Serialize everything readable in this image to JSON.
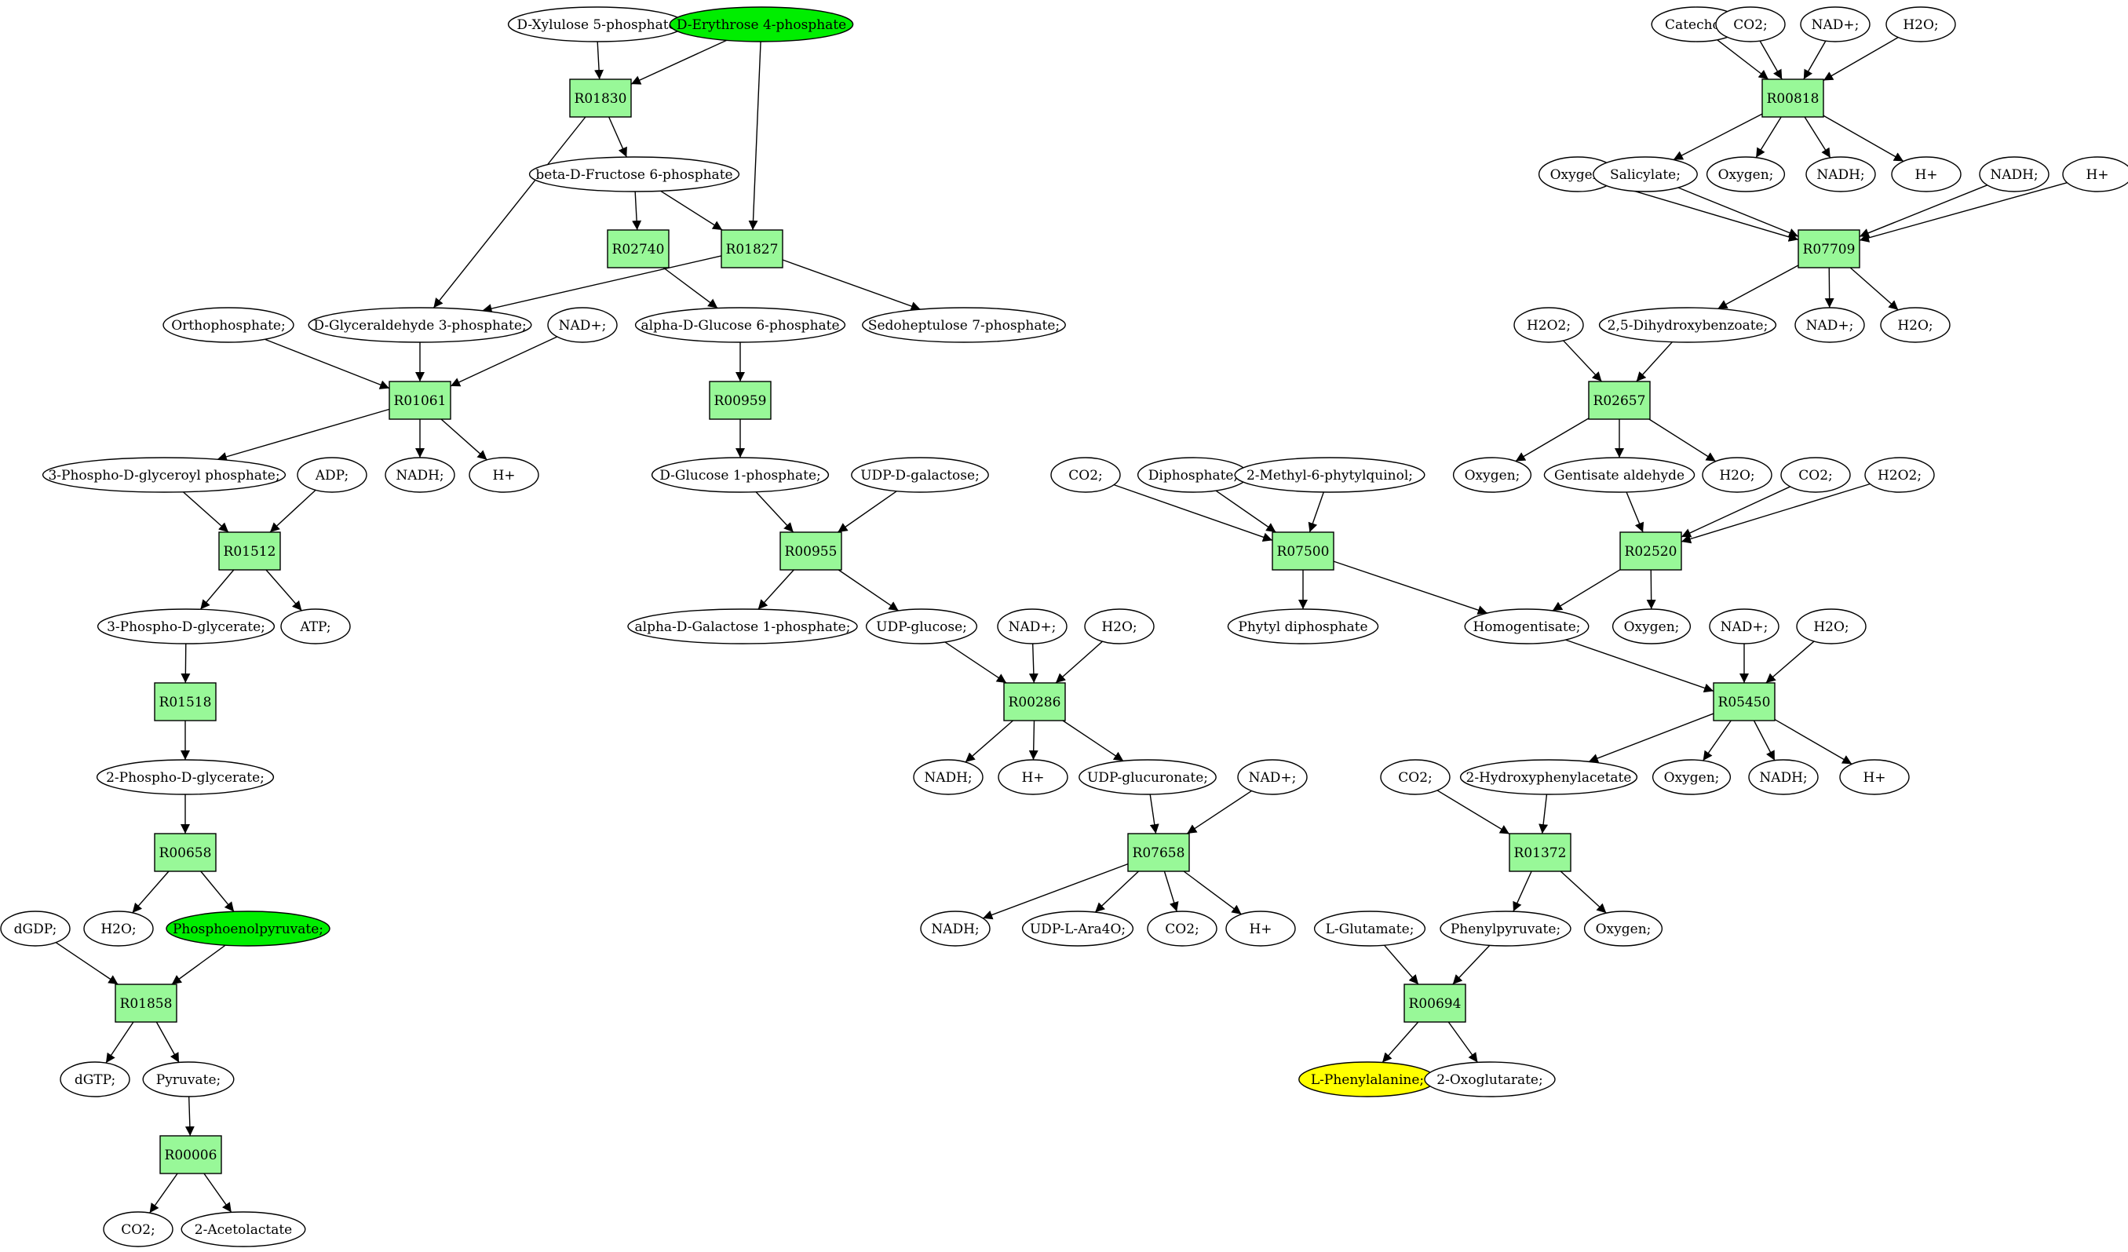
{
  "colors": {
    "reaction_fill": "#98f898",
    "compound_fill": "#ffffff",
    "source_fill": "#00ee00",
    "target_fill": "#ffff00",
    "edge": "#000000"
  },
  "nodes": [
    {
      "id": "c_xylulose5p",
      "label": "D-Xylulose 5-phosphate",
      "kind": "compound"
    },
    {
      "id": "c_erythrose4p",
      "label": "D-Erythrose 4-phosphate",
      "kind": "source"
    },
    {
      "id": "r_R01830",
      "label": "R01830",
      "kind": "reaction"
    },
    {
      "id": "c_fructose6p",
      "label": "beta-D-Fructose 6-phosphate",
      "kind": "compound"
    },
    {
      "id": "r_R02740",
      "label": "R02740",
      "kind": "reaction"
    },
    {
      "id": "r_R01827",
      "label": "R01827",
      "kind": "reaction"
    },
    {
      "id": "c_orthophosphate",
      "label": "Orthophosphate;",
      "kind": "compound"
    },
    {
      "id": "c_gap",
      "label": "D-Glyceraldehyde 3-phosphate;",
      "kind": "compound"
    },
    {
      "id": "c_nad_1",
      "label": "NAD+;",
      "kind": "compound"
    },
    {
      "id": "c_glucose6p",
      "label": "alpha-D-Glucose 6-phosphate",
      "kind": "compound"
    },
    {
      "id": "c_sedoheptulose7p",
      "label": "Sedoheptulose 7-phosphate;",
      "kind": "compound"
    },
    {
      "id": "r_R01061",
      "label": "R01061",
      "kind": "reaction"
    },
    {
      "id": "r_R00959",
      "label": "R00959",
      "kind": "reaction"
    },
    {
      "id": "c_bpg",
      "label": "3-Phospho-D-glyceroyl phosphate;",
      "kind": "compound"
    },
    {
      "id": "c_nadh_1",
      "label": "NADH;",
      "kind": "compound"
    },
    {
      "id": "c_h_1",
      "label": "H+",
      "kind": "compound"
    },
    {
      "id": "c_adp",
      "label": "ADP;",
      "kind": "compound"
    },
    {
      "id": "c_glucose1p",
      "label": "D-Glucose 1-phosphate;",
      "kind": "compound"
    },
    {
      "id": "c_udpgal",
      "label": "UDP-D-galactose;",
      "kind": "compound"
    },
    {
      "id": "r_R01512",
      "label": "R01512",
      "kind": "reaction"
    },
    {
      "id": "r_R00955",
      "label": "R00955",
      "kind": "reaction"
    },
    {
      "id": "c_3pg",
      "label": "3-Phospho-D-glycerate;",
      "kind": "compound"
    },
    {
      "id": "c_atp",
      "label": "ATP;",
      "kind": "compound"
    },
    {
      "id": "c_gal1p",
      "label": "alpha-D-Galactose 1-phosphate;",
      "kind": "compound"
    },
    {
      "id": "c_udpglc",
      "label": "UDP-glucose;",
      "kind": "compound"
    },
    {
      "id": "c_nad_2",
      "label": "NAD+;",
      "kind": "compound"
    },
    {
      "id": "c_h2o_1",
      "label": "H2O;",
      "kind": "compound"
    },
    {
      "id": "r_R01518",
      "label": "R01518",
      "kind": "reaction"
    },
    {
      "id": "r_R00286",
      "label": "R00286",
      "kind": "reaction"
    },
    {
      "id": "c_2pg",
      "label": "2-Phospho-D-glycerate;",
      "kind": "compound"
    },
    {
      "id": "c_nadh_2",
      "label": "NADH;",
      "kind": "compound"
    },
    {
      "id": "c_h_2",
      "label": "H+",
      "kind": "compound"
    },
    {
      "id": "c_udpglcA",
      "label": "UDP-glucuronate;",
      "kind": "compound"
    },
    {
      "id": "c_nad_3",
      "label": "NAD+;",
      "kind": "compound"
    },
    {
      "id": "r_R00658",
      "label": "R00658",
      "kind": "reaction"
    },
    {
      "id": "r_R07658",
      "label": "R07658",
      "kind": "reaction"
    },
    {
      "id": "c_dgdp",
      "label": "dGDP;",
      "kind": "compound"
    },
    {
      "id": "c_h2o_2",
      "label": "H2O;",
      "kind": "compound"
    },
    {
      "id": "c_pep",
      "label": "Phosphoenolpyruvate;",
      "kind": "source"
    },
    {
      "id": "c_nadh_3",
      "label": "NADH;",
      "kind": "compound"
    },
    {
      "id": "c_udpara",
      "label": "UDP-L-Ara4O;",
      "kind": "compound"
    },
    {
      "id": "c_co2_1",
      "label": "CO2;",
      "kind": "compound"
    },
    {
      "id": "c_h_3",
      "label": "H+",
      "kind": "compound"
    },
    {
      "id": "r_R01858",
      "label": "R01858",
      "kind": "reaction"
    },
    {
      "id": "c_dgtp",
      "label": "dGTP;",
      "kind": "compound"
    },
    {
      "id": "c_pyruvate",
      "label": "Pyruvate;",
      "kind": "compound"
    },
    {
      "id": "r_R00006",
      "label": "R00006",
      "kind": "reaction"
    },
    {
      "id": "c_co2_2",
      "label": "CO2;",
      "kind": "compound"
    },
    {
      "id": "c_acetolactate",
      "label": "2-Acetolactate",
      "kind": "compound"
    },
    {
      "id": "c_catechol",
      "label": "Catechol;",
      "kind": "compound"
    },
    {
      "id": "c_co2_3",
      "label": "CO2;",
      "kind": "compound"
    },
    {
      "id": "c_nad_4",
      "label": "NAD+;",
      "kind": "compound"
    },
    {
      "id": "c_h2o_3",
      "label": "H2O;",
      "kind": "compound"
    },
    {
      "id": "r_R00818",
      "label": "R00818",
      "kind": "reaction"
    },
    {
      "id": "c_oxygen_1",
      "label": "Oxygen;",
      "kind": "compound"
    },
    {
      "id": "c_salicylate",
      "label": "Salicylate;",
      "kind": "compound"
    },
    {
      "id": "c_oxygen_2",
      "label": "Oxygen;",
      "kind": "compound"
    },
    {
      "id": "c_nadh_4",
      "label": "NADH;",
      "kind": "compound"
    },
    {
      "id": "c_h_4",
      "label": "H+",
      "kind": "compound"
    },
    {
      "id": "c_nadh_5",
      "label": "NADH;",
      "kind": "compound"
    },
    {
      "id": "c_h_5",
      "label": "H+",
      "kind": "compound"
    },
    {
      "id": "r_R07709",
      "label": "R07709",
      "kind": "reaction"
    },
    {
      "id": "c_h2o2_1",
      "label": "H2O2;",
      "kind": "compound"
    },
    {
      "id": "c_dhb",
      "label": "2,5-Dihydroxybenzoate;",
      "kind": "compound"
    },
    {
      "id": "c_nad_5",
      "label": "NAD+;",
      "kind": "compound"
    },
    {
      "id": "c_h2o_4",
      "label": "H2O;",
      "kind": "compound"
    },
    {
      "id": "r_R02657",
      "label": "R02657",
      "kind": "reaction"
    },
    {
      "id": "c_co2_4",
      "label": "CO2;",
      "kind": "compound"
    },
    {
      "id": "c_diphosphate",
      "label": "Diphosphate;",
      "kind": "compound"
    },
    {
      "id": "c_mpq",
      "label": "2-Methyl-6-phytylquinol;",
      "kind": "compound"
    },
    {
      "id": "c_oxygen_3",
      "label": "Oxygen;",
      "kind": "compound"
    },
    {
      "id": "c_gentisald",
      "label": "Gentisate aldehyde",
      "kind": "compound"
    },
    {
      "id": "c_h2o_5",
      "label": "H2O;",
      "kind": "compound"
    },
    {
      "id": "c_co2_5",
      "label": "CO2;",
      "kind": "compound"
    },
    {
      "id": "c_h2o2_2",
      "label": "H2O2;",
      "kind": "compound"
    },
    {
      "id": "r_R07500",
      "label": "R07500",
      "kind": "reaction"
    },
    {
      "id": "r_R02520",
      "label": "R02520",
      "kind": "reaction"
    },
    {
      "id": "c_phytylpp",
      "label": "Phytyl diphosphate",
      "kind": "compound"
    },
    {
      "id": "c_homogentisate",
      "label": "Homogentisate;",
      "kind": "compound"
    },
    {
      "id": "c_oxygen_4",
      "label": "Oxygen;",
      "kind": "compound"
    },
    {
      "id": "c_nad_6",
      "label": "NAD+;",
      "kind": "compound"
    },
    {
      "id": "c_h2o_6",
      "label": "H2O;",
      "kind": "compound"
    },
    {
      "id": "r_R05450",
      "label": "R05450",
      "kind": "reaction"
    },
    {
      "id": "c_co2_6",
      "label": "CO2;",
      "kind": "compound"
    },
    {
      "id": "c_hpa",
      "label": "2-Hydroxyphenylacetate",
      "kind": "compound"
    },
    {
      "id": "c_oxygen_5",
      "label": "Oxygen;",
      "kind": "compound"
    },
    {
      "id": "c_nadh_6",
      "label": "NADH;",
      "kind": "compound"
    },
    {
      "id": "c_h_6",
      "label": "H+",
      "kind": "compound"
    },
    {
      "id": "r_R01372",
      "label": "R01372",
      "kind": "reaction"
    },
    {
      "id": "c_glutamate",
      "label": "L-Glutamate;",
      "kind": "compound"
    },
    {
      "id": "c_phenylpyruvate",
      "label": "Phenylpyruvate;",
      "kind": "compound"
    },
    {
      "id": "c_oxygen_6",
      "label": "Oxygen;",
      "kind": "compound"
    },
    {
      "id": "r_R00694",
      "label": "R00694",
      "kind": "reaction"
    },
    {
      "id": "c_phe",
      "label": "L-Phenylalanine;",
      "kind": "target"
    },
    {
      "id": "c_oxoglutarate",
      "label": "2-Oxoglutarate;",
      "kind": "compound"
    }
  ],
  "edges": [
    [
      "c_xylulose5p",
      "r_R01830"
    ],
    [
      "c_erythrose4p",
      "r_R01830"
    ],
    [
      "c_erythrose4p",
      "r_R01827"
    ],
    [
      "r_R01830",
      "c_fructose6p"
    ],
    [
      "r_R01830",
      "c_gap"
    ],
    [
      "c_fructose6p",
      "r_R02740"
    ],
    [
      "c_fructose6p",
      "r_R01827"
    ],
    [
      "r_R01827",
      "c_gap"
    ],
    [
      "r_R01827",
      "c_sedoheptulose7p"
    ],
    [
      "r_R02740",
      "c_glucose6p"
    ],
    [
      "c_orthophosphate",
      "r_R01061"
    ],
    [
      "c_gap",
      "r_R01061"
    ],
    [
      "c_nad_1",
      "r_R01061"
    ],
    [
      "r_R01061",
      "c_bpg"
    ],
    [
      "r_R01061",
      "c_nadh_1"
    ],
    [
      "r_R01061",
      "c_h_1"
    ],
    [
      "c_glucose6p",
      "r_R00959"
    ],
    [
      "r_R00959",
      "c_glucose1p"
    ],
    [
      "c_bpg",
      "r_R01512"
    ],
    [
      "c_adp",
      "r_R01512"
    ],
    [
      "r_R01512",
      "c_3pg"
    ],
    [
      "r_R01512",
      "c_atp"
    ],
    [
      "c_glucose1p",
      "r_R00955"
    ],
    [
      "c_udpgal",
      "r_R00955"
    ],
    [
      "r_R00955",
      "c_gal1p"
    ],
    [
      "r_R00955",
      "c_udpglc"
    ],
    [
      "c_3pg",
      "r_R01518"
    ],
    [
      "r_R01518",
      "c_2pg"
    ],
    [
      "c_udpglc",
      "r_R00286"
    ],
    [
      "c_nad_2",
      "r_R00286"
    ],
    [
      "c_h2o_1",
      "r_R00286"
    ],
    [
      "r_R00286",
      "c_nadh_2"
    ],
    [
      "r_R00286",
      "c_h_2"
    ],
    [
      "r_R00286",
      "c_udpglcA"
    ],
    [
      "c_2pg",
      "r_R00658"
    ],
    [
      "r_R00658",
      "c_h2o_2"
    ],
    [
      "r_R00658",
      "c_pep"
    ],
    [
      "c_udpglcA",
      "r_R07658"
    ],
    [
      "c_nad_3",
      "r_R07658"
    ],
    [
      "r_R07658",
      "c_nadh_3"
    ],
    [
      "r_R07658",
      "c_udpara"
    ],
    [
      "r_R07658",
      "c_co2_1"
    ],
    [
      "r_R07658",
      "c_h_3"
    ],
    [
      "c_dgdp",
      "r_R01858"
    ],
    [
      "c_pep",
      "r_R01858"
    ],
    [
      "r_R01858",
      "c_dgtp"
    ],
    [
      "r_R01858",
      "c_pyruvate"
    ],
    [
      "c_pyruvate",
      "r_R00006"
    ],
    [
      "r_R00006",
      "c_co2_2"
    ],
    [
      "r_R00006",
      "c_acetolactate"
    ],
    [
      "c_catechol",
      "r_R00818"
    ],
    [
      "c_co2_3",
      "r_R00818"
    ],
    [
      "c_nad_4",
      "r_R00818"
    ],
    [
      "c_h2o_3",
      "r_R00818"
    ],
    [
      "r_R00818",
      "c_salicylate"
    ],
    [
      "r_R00818",
      "c_oxygen_2"
    ],
    [
      "r_R00818",
      "c_nadh_4"
    ],
    [
      "r_R00818",
      "c_h_4"
    ],
    [
      "c_oxygen_1",
      "r_R07709"
    ],
    [
      "c_salicylate",
      "r_R07709"
    ],
    [
      "c_nadh_5",
      "r_R07709"
    ],
    [
      "c_h_5",
      "r_R07709"
    ],
    [
      "r_R07709",
      "c_dhb"
    ],
    [
      "r_R07709",
      "c_nad_5"
    ],
    [
      "r_R07709",
      "c_h2o_4"
    ],
    [
      "c_h2o2_1",
      "r_R02657"
    ],
    [
      "c_dhb",
      "r_R02657"
    ],
    [
      "r_R02657",
      "c_oxygen_3"
    ],
    [
      "r_R02657",
      "c_gentisald"
    ],
    [
      "r_R02657",
      "c_h2o_5"
    ],
    [
      "c_co2_4",
      "r_R07500"
    ],
    [
      "c_diphosphate",
      "r_R07500"
    ],
    [
      "c_mpq",
      "r_R07500"
    ],
    [
      "r_R07500",
      "c_phytylpp"
    ],
    [
      "r_R07500",
      "c_homogentisate"
    ],
    [
      "c_gentisald",
      "r_R02520"
    ],
    [
      "c_co2_5",
      "r_R02520"
    ],
    [
      "c_h2o2_2",
      "r_R02520"
    ],
    [
      "r_R02520",
      "c_homogentisate"
    ],
    [
      "r_R02520",
      "c_oxygen_4"
    ],
    [
      "c_homogentisate",
      "r_R05450"
    ],
    [
      "c_nad_6",
      "r_R05450"
    ],
    [
      "c_h2o_6",
      "r_R05450"
    ],
    [
      "r_R05450",
      "c_hpa"
    ],
    [
      "r_R05450",
      "c_oxygen_5"
    ],
    [
      "r_R05450",
      "c_nadh_6"
    ],
    [
      "r_R05450",
      "c_h_6"
    ],
    [
      "c_co2_6",
      "r_R01372"
    ],
    [
      "c_hpa",
      "r_R01372"
    ],
    [
      "r_R01372",
      "c_phenylpyruvate"
    ],
    [
      "r_R01372",
      "c_oxygen_6"
    ],
    [
      "c_glutamate",
      "r_R00694"
    ],
    [
      "c_phenylpyruvate",
      "r_R00694"
    ],
    [
      "r_R00694",
      "c_phe"
    ],
    [
      "r_R00694",
      "c_oxoglutarate"
    ]
  ]
}
